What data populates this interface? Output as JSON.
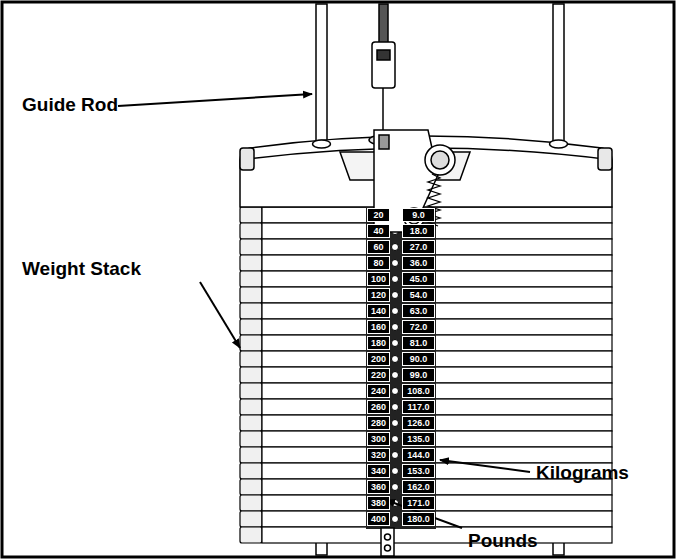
{
  "diagram": {
    "labels": [
      "Guide Rod",
      "Weight Stack",
      "Kilograms",
      "Pounds",
      "20",
      "9.0",
      "40",
      "18.0",
      "60",
      "27.0",
      "80",
      "36.0",
      "100",
      "45.0",
      "120",
      "54.0",
      "140",
      "63.0",
      "160",
      "72.0",
      "180",
      "81.0",
      "200",
      "90.0",
      "220",
      "99.0",
      "240",
      "108.0",
      "260",
      "117.0",
      "280",
      "126.0",
      "300",
      "135.0",
      "320",
      "144.0",
      "340",
      "153.0",
      "360",
      "162.0",
      "380",
      "171.0",
      "400",
      "180.0"
    ]
  }
}
